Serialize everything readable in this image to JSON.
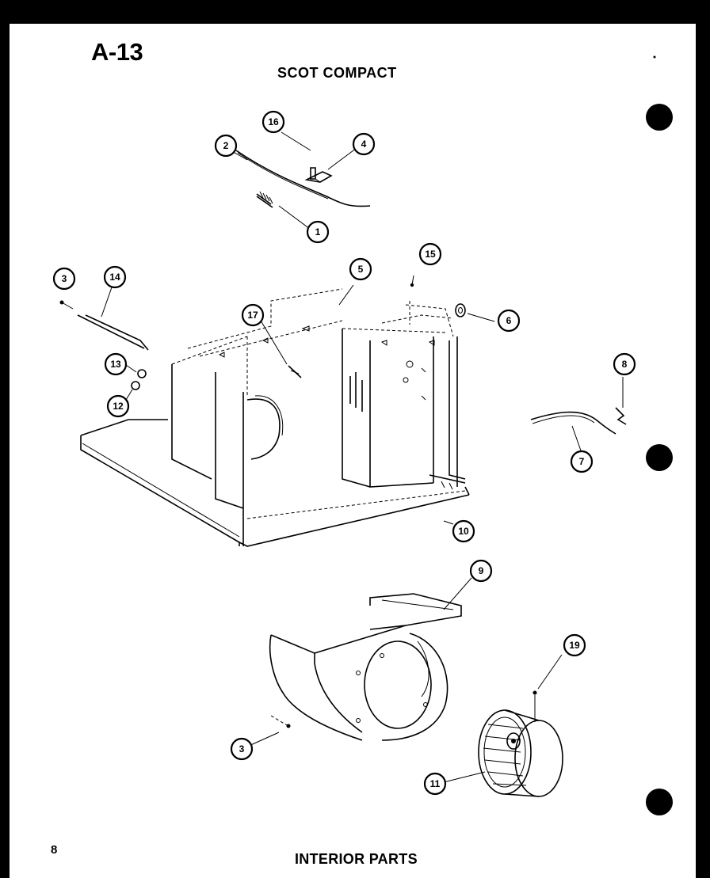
{
  "header": {
    "code": "A-13",
    "title": "SCOT COMPACT"
  },
  "footer": {
    "page_number": "8",
    "section": "INTERIOR PARTS"
  },
  "callouts": [
    {
      "id": "c16",
      "label": "16"
    },
    {
      "id": "c2",
      "label": "2"
    },
    {
      "id": "c4",
      "label": "4"
    },
    {
      "id": "c1",
      "label": "1"
    },
    {
      "id": "c15",
      "label": "15"
    },
    {
      "id": "c5",
      "label": "5"
    },
    {
      "id": "c6",
      "label": "6"
    },
    {
      "id": "c3a",
      "label": "3"
    },
    {
      "id": "c14",
      "label": "14"
    },
    {
      "id": "c17",
      "label": "17"
    },
    {
      "id": "c13",
      "label": "13"
    },
    {
      "id": "c12",
      "label": "12"
    },
    {
      "id": "c8",
      "label": "8"
    },
    {
      "id": "c7",
      "label": "7"
    },
    {
      "id": "c10",
      "label": "10"
    },
    {
      "id": "c9",
      "label": "9"
    },
    {
      "id": "c19",
      "label": "19"
    },
    {
      "id": "c3b",
      "label": "3"
    },
    {
      "id": "c11",
      "label": "11"
    }
  ]
}
